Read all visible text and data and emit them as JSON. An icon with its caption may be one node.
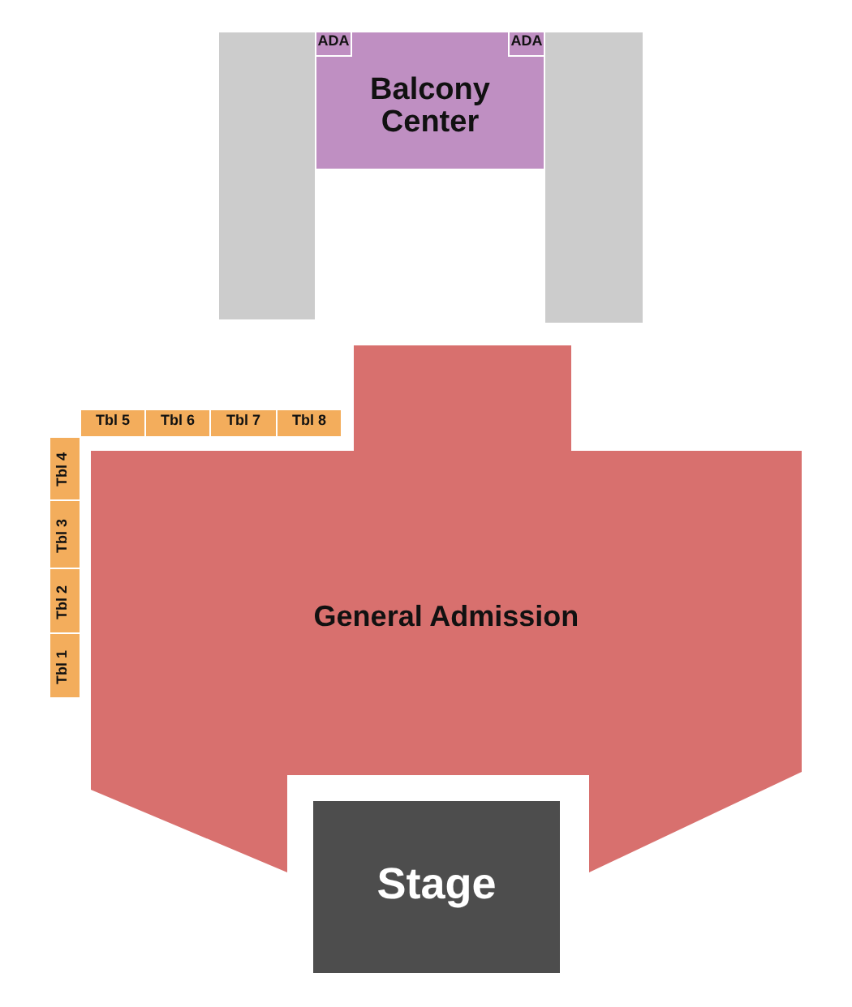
{
  "diagram": {
    "nodes": [
      {
        "text": [],
        "shape": "box"
      },
      {
        "text": [
          "Balcony Center"
        ]
      },
      {
        "text": [
          "ADA"
        ],
        "in": 1
      },
      {
        "text": [
          "ADA"
        ],
        "in": 1
      },
      {
        "text": [],
        "shape": "box"
      },
      {
        "text": [
          "Tbl 5"
        ]
      },
      {
        "text": [
          "Tbl 6"
        ]
      },
      {
        "text": [
          "Tbl 7"
        ]
      },
      {
        "text": [
          "Tbl 8"
        ]
      },
      {
        "text": [
          "Tbl 4"
        ]
      },
      {
        "text": [
          "Tbl 3"
        ]
      },
      {
        "text": [
          "Tbl 2"
        ]
      },
      {
        "text": [
          "Tbl 1"
        ]
      },
      {
        "text": [
          "General Admission"
        ]
      },
      {
        "text": [
          "Stage"
        ]
      }
    ]
  }
}
